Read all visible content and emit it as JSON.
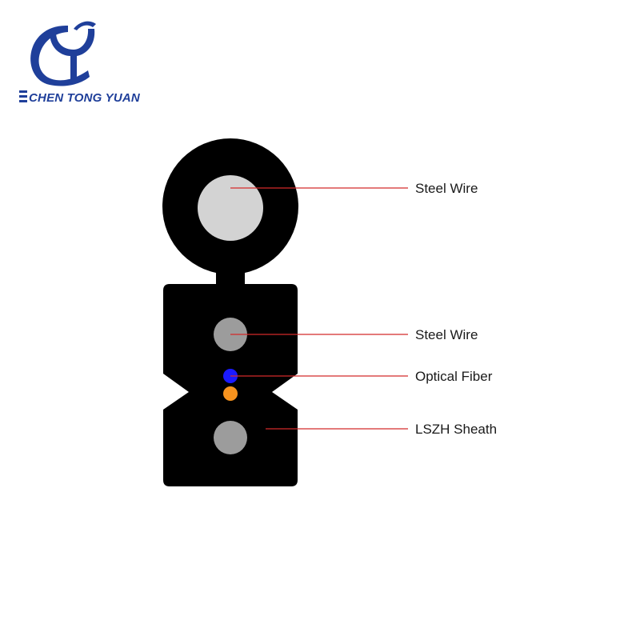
{
  "logo": {
    "brand_name": "CHEN TONG YUAN",
    "color": "#1f3f9a"
  },
  "cable": {
    "sheath_color": "#000000",
    "steel_wire_color": "#d0d0d0",
    "inner_wire_color": "#9c9c9c",
    "fiber_colors": [
      "#1a1aff",
      "#f7931e"
    ],
    "leader_line_color": "#d42a2a"
  },
  "labels": [
    {
      "id": "messenger-steel-wire",
      "text": "Steel Wire"
    },
    {
      "id": "strength-steel-wire",
      "text": "Steel Wire"
    },
    {
      "id": "optical-fiber",
      "text": "Optical Fiber"
    },
    {
      "id": "lszh-sheath",
      "text": "LSZH Sheath"
    }
  ]
}
